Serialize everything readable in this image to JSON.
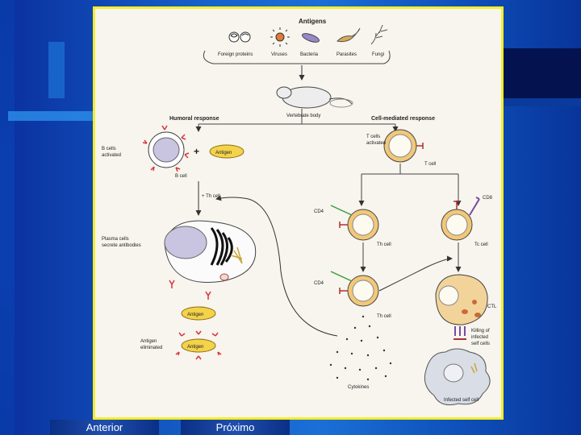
{
  "slide": {
    "antigens": {
      "title": "Antigens",
      "types": [
        "Foreign proteins",
        "Viruses",
        "Bacteria",
        "Parasites",
        "Fungi"
      ]
    },
    "host_label": "Vertebrate body",
    "humoral": {
      "title": "Humoral response",
      "b_cells_label_1": "B cells",
      "b_cells_label_2": "activated",
      "plus": "+",
      "antigen": "Antigen",
      "b_cell": "B cell",
      "plus_th": "+ Th cell",
      "plasma_1": "Plasma cells",
      "plasma_2": "secrete antibodies",
      "antigen_bottom": "Antigen",
      "eliminated_1": "Antigen",
      "eliminated_2": "eliminated"
    },
    "cell_mediated": {
      "title": "Cell-mediated response",
      "t_cells_1": "T cells",
      "t_cells_2": "activated",
      "t_cell": "T cell",
      "cd4_top": "CD4",
      "cd4_bottom": "CD4",
      "cd8": "CD8",
      "th_cell_1": "Th cell",
      "th_cell_2": "Th cell",
      "tc_cell": "Tc cell",
      "ctl": "CTL",
      "killing_1": "Killing of",
      "killing_2": "infected",
      "killing_3": "self cells",
      "cytokines": "Cytokines",
      "infected": "Infected self cell"
    }
  },
  "nav": {
    "previous": "Anterior",
    "next": "Próximo"
  },
  "colors": {
    "border": "#f5ee2a",
    "antigen_fill": "#f4d24a",
    "cell_fill": "#f2c878",
    "nucleus": "#c9c4e0",
    "antibody": "#d8343c"
  }
}
